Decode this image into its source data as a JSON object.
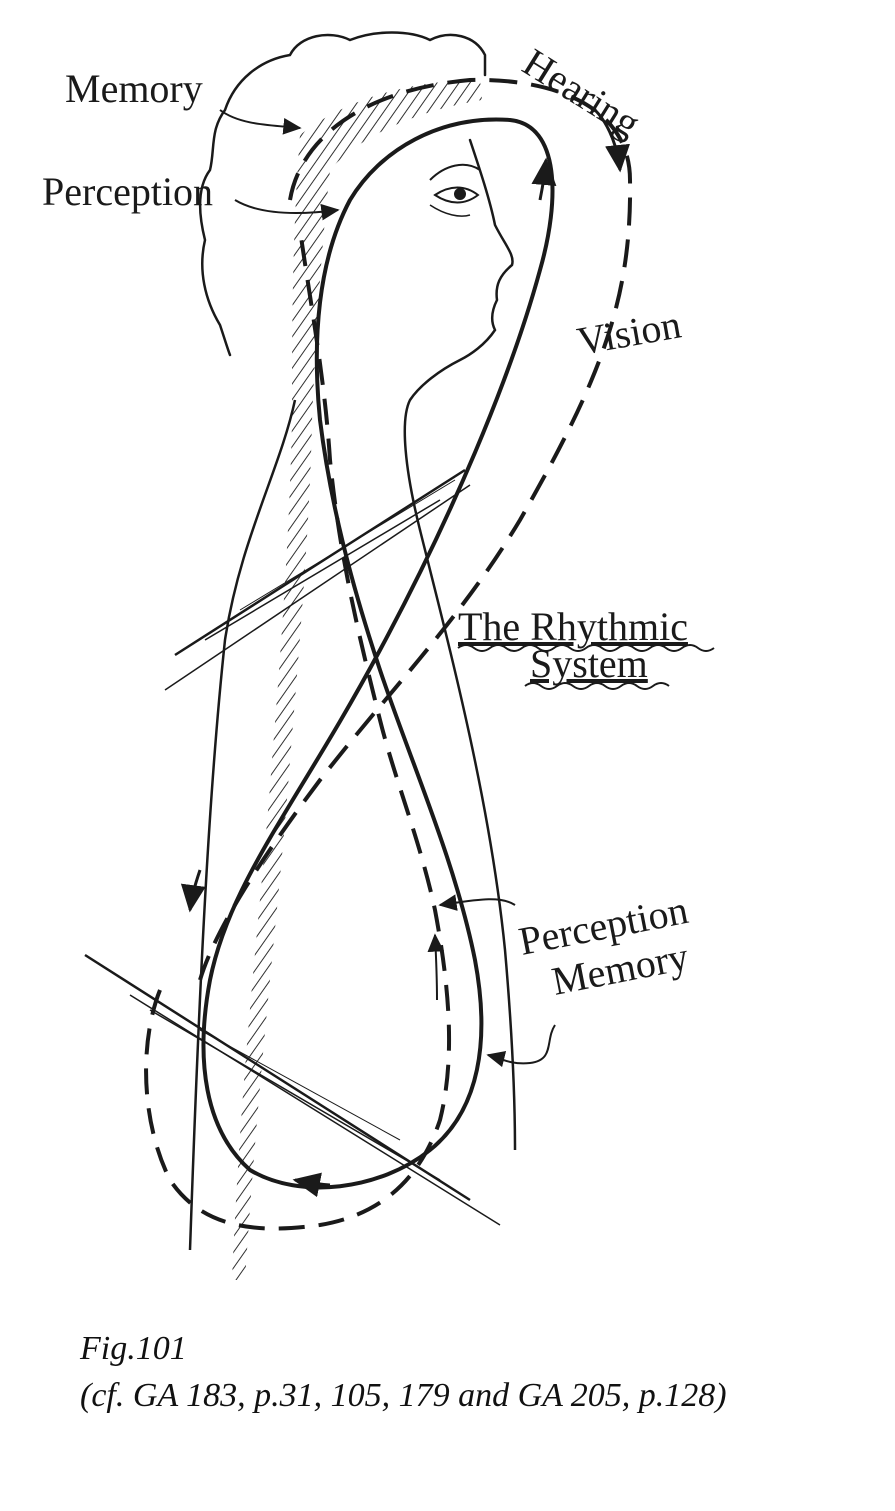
{
  "labels": {
    "memory": "Memory",
    "perception": "Perception",
    "hearing": "Hearing",
    "vision": "Vision",
    "rhythmic_line1": "The Rhythmic",
    "rhythmic_line2": "System",
    "perception_lower": "Perception",
    "memory_lower": "Memory"
  },
  "caption": {
    "title": "Fig.101",
    "reference": "(cf. GA 183, p.31, 105, 179 and GA 205, p.128)"
  },
  "colors": {
    "ink": "#1a1a1a",
    "background": "#ffffff"
  }
}
